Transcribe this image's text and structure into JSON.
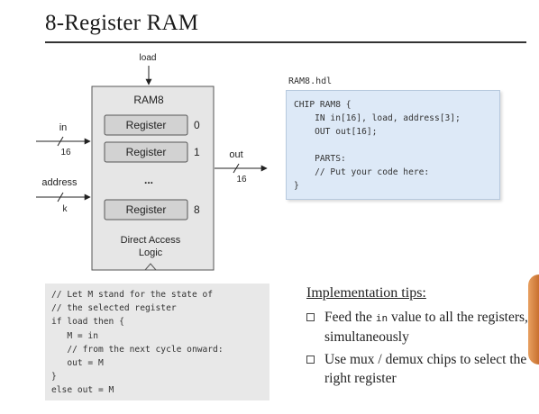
{
  "title": "8-Register RAM",
  "diagram": {
    "chip_name": "RAM8",
    "load_label": "load",
    "in_label": "in",
    "in_width": "16",
    "address_label": "address",
    "address_width": "k",
    "out_label": "out",
    "out_width": "16",
    "ellipsis": "...",
    "registers": [
      {
        "label": "Register",
        "index": "0"
      },
      {
        "label": "Register",
        "index": "1"
      },
      {
        "label": "Register",
        "index": "8"
      }
    ],
    "logic_label_line1": "Direct Access",
    "logic_label_line2": "Logic"
  },
  "hdl": {
    "filename": "RAM8.hdl",
    "code": "CHIP RAM8 {\n    IN in[16], load, address[3];\n    OUT out[16];\n\n    PARTS:\n    // Put your code here:\n}"
  },
  "pseudocode": "// Let M stand for the state of\n// the selected register\nif load then {\n   M = in\n   // from the next cycle onward:\n   out = M\n}\nelse out = M",
  "tips": {
    "heading": "Implementation tips:",
    "items": [
      {
        "before": "Feed the ",
        "code": "in",
        "after": " value to all the registers, simultaneously"
      },
      {
        "before": "Use mux / demux chips to select the right register",
        "code": "",
        "after": ""
      }
    ]
  }
}
